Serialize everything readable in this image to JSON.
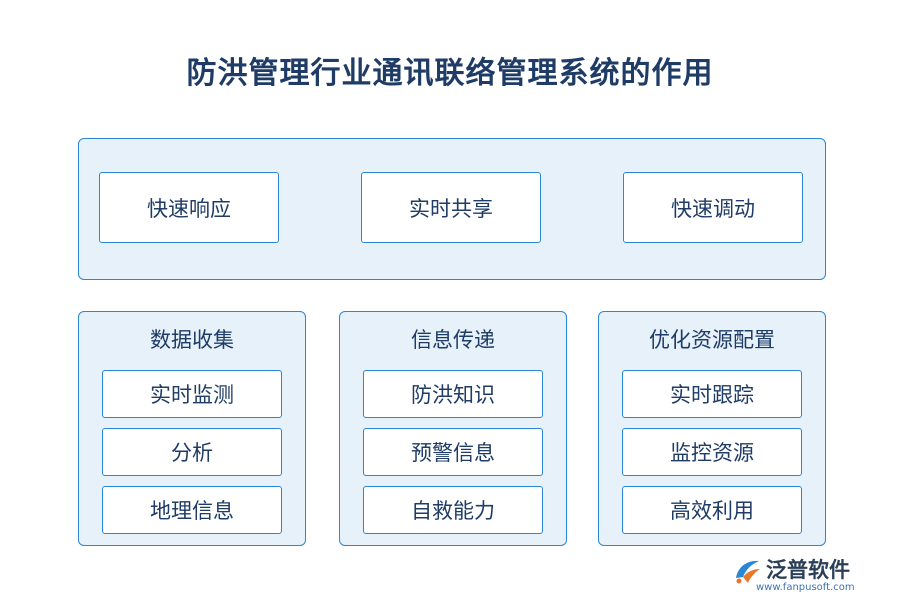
{
  "title": "防洪管理行业通讯联络管理系统的作用",
  "top_cards": [
    "快速响应",
    "实时共享",
    "快速调动"
  ],
  "columns": [
    {
      "title": "数据收集",
      "items": [
        "实时监测",
        "分析",
        "地理信息"
      ]
    },
    {
      "title": "信息传递",
      "items": [
        "防洪知识",
        "预警信息",
        "自救能力"
      ]
    },
    {
      "title": "优化资源配置",
      "items": [
        "实时跟踪",
        "监控资源",
        "高效利用"
      ]
    }
  ],
  "logo": {
    "name": "泛普软件",
    "url": "www.fanpusoft.com"
  },
  "colors": {
    "accent": "#2b86d6",
    "panel": "#e6f1fa",
    "text": "#1f3c66"
  }
}
